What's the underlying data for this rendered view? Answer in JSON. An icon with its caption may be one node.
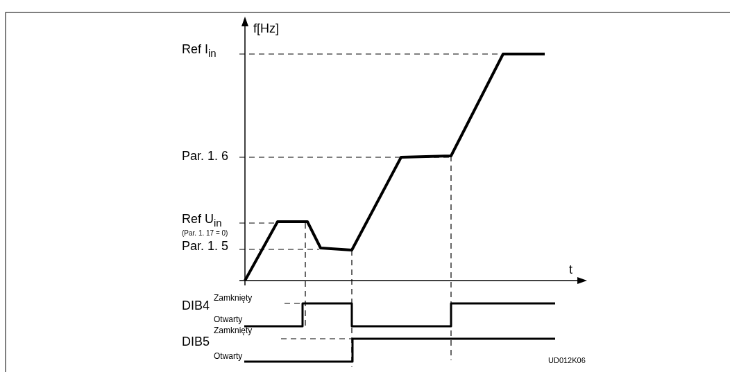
{
  "diagram": {
    "labels": [
      "f[Hz]",
      "Ref I$_{in}$",
      "Par. 1. 6",
      "Ref U$_{in}$",
      "(Par. 1. 17 = 0)",
      "Par. 1. 5",
      "t",
      "Zamknięty",
      "DIB4",
      "Otwarty",
      "Zamknięty",
      "DIB5",
      "Otwarty",
      "UD012K06"
    ]
  }
}
